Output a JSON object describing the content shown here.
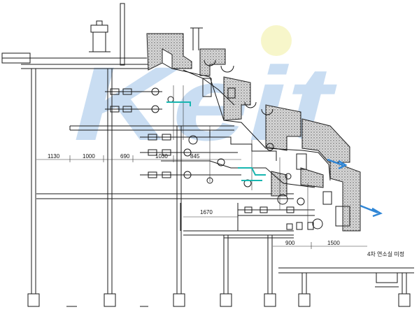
{
  "watermark": {
    "text": "Keit",
    "color": "#9dc3e8"
  },
  "dimensions": {
    "d1130": "1130",
    "d1000": "1000",
    "d690": "690",
    "d1030": "1030",
    "d845": "845",
    "d1670": "1670",
    "d900": "900",
    "d1500": "1500"
  },
  "labels": {
    "stage4_note": "4차 연소실 미정"
  },
  "colors": {
    "steel": "#1a1a1a",
    "refractory": "#8a8a8a",
    "pipe_cyan": "#18b6b0",
    "blue_arrow": "#2f86d6"
  }
}
